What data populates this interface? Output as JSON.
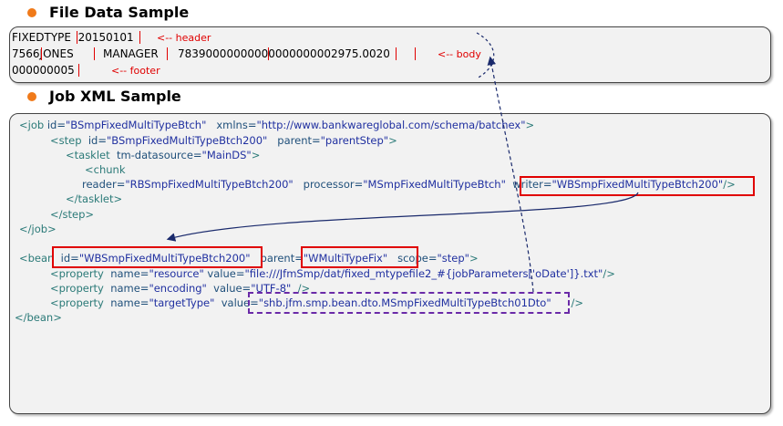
{
  "section1": {
    "title": "File Data Sample"
  },
  "section2": {
    "title": "Job XML Sample"
  },
  "file_data": {
    "line1": "FIXEDTYPE  20150101",
    "line2a": "7566JONES",
    "line2b": "MANAGER",
    "line2c": "78390000000000000000002975.0020",
    "line3": "000000005",
    "label_header": "<-- header",
    "label_body": "<-- body",
    "label_footer": "<-- footer"
  },
  "xml": {
    "l1_open": "<job",
    "l1_id": "id=",
    "l1_idval": "\"BSmpFixedMultiTypeBtch\"",
    "l1_xmlns": "xmlns=",
    "l1_xmlnsval": "\"http://www.bankwareglobal.com/schema/batchex\"",
    "l1_close": ">",
    "l2_open": "<step",
    "l2_id": "id=",
    "l2_idval": "\"BSmpFixedMultiTypeBtch200\"",
    "l2_parent": "parent=",
    "l2_parentval": "\"parentStep\"",
    "l2_close": ">",
    "l3_open": "<tasklet",
    "l3_attr": "tm-datasource=",
    "l3_val": "\"MainDS\"",
    "l3_close": ">",
    "l4": "<chunk",
    "l5_reader": "reader=",
    "l5_readerval": "\"RBSmpFixedMultiTypeBtch200\"",
    "l5_processor": "processor=",
    "l5_processorval": "\"MSmpFixedMultiTypeBtch\"",
    "l5_writer": "writer=",
    "l5_writerval": "\"WBSmpFixedMultiTypeBtch200\"",
    "l5_close": "/>",
    "l6": "</tasklet>",
    "l7": "</step>",
    "l8": "</job>",
    "b1_open": "<bean",
    "b1_id": "id=",
    "b1_idval": "\"WBSmpFixedMultiTypeBtch200\"",
    "b1_parent": "parent=",
    "b1_parentval": "\"WMultiTypeFix\"",
    "b1_scope": "scope=",
    "b1_scopeval": "\"step\"",
    "b1_close": ">",
    "p1_open": "<property",
    "p1_name": "name=",
    "p1_nameval": "\"resource\"",
    "p1_value": "value=",
    "p1_valueval": "\"file:///JfmSmp/dat/fixed_mtypefile2_#{jobParameters['oDate']}.txt\"",
    "p1_close": "/>",
    "p2_open": "<property",
    "p2_name": "name=",
    "p2_nameval": "\"encoding\"",
    "p2_value": "value=",
    "p2_valueval": "\"UTF-8\"",
    "p2_close": "/>",
    "p3_open": "<property",
    "p3_name": "name=",
    "p3_nameval": "\"targetType\"",
    "p3_value": "value=",
    "p3_valueval": "\"shb.jfm.smp.bean.dto.MSmpFixedMultiTypeBtch01Dto\"",
    "p3_close": "/>",
    "b_end": "</bean>"
  },
  "colors": {
    "bullet": "#f07a1a",
    "highlight_red": "#e00000",
    "highlight_purple": "#6a2aa8",
    "arrow": "#1a2a6c"
  }
}
